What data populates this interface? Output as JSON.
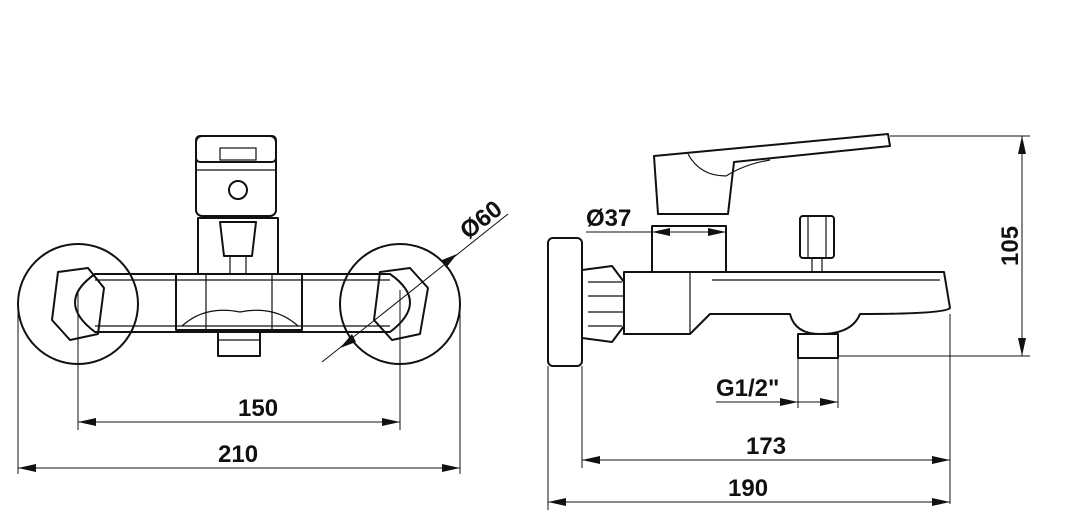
{
  "front_view": {
    "dim_width_total": "210",
    "dim_center_distance": "150",
    "dim_escutcheon_diameter": "Ø60"
  },
  "side_view": {
    "dim_body_diameter": "Ø37",
    "dim_height": "105",
    "dim_thread": "G1/2\"",
    "dim_spout_length": "173",
    "dim_total_depth": "190"
  }
}
